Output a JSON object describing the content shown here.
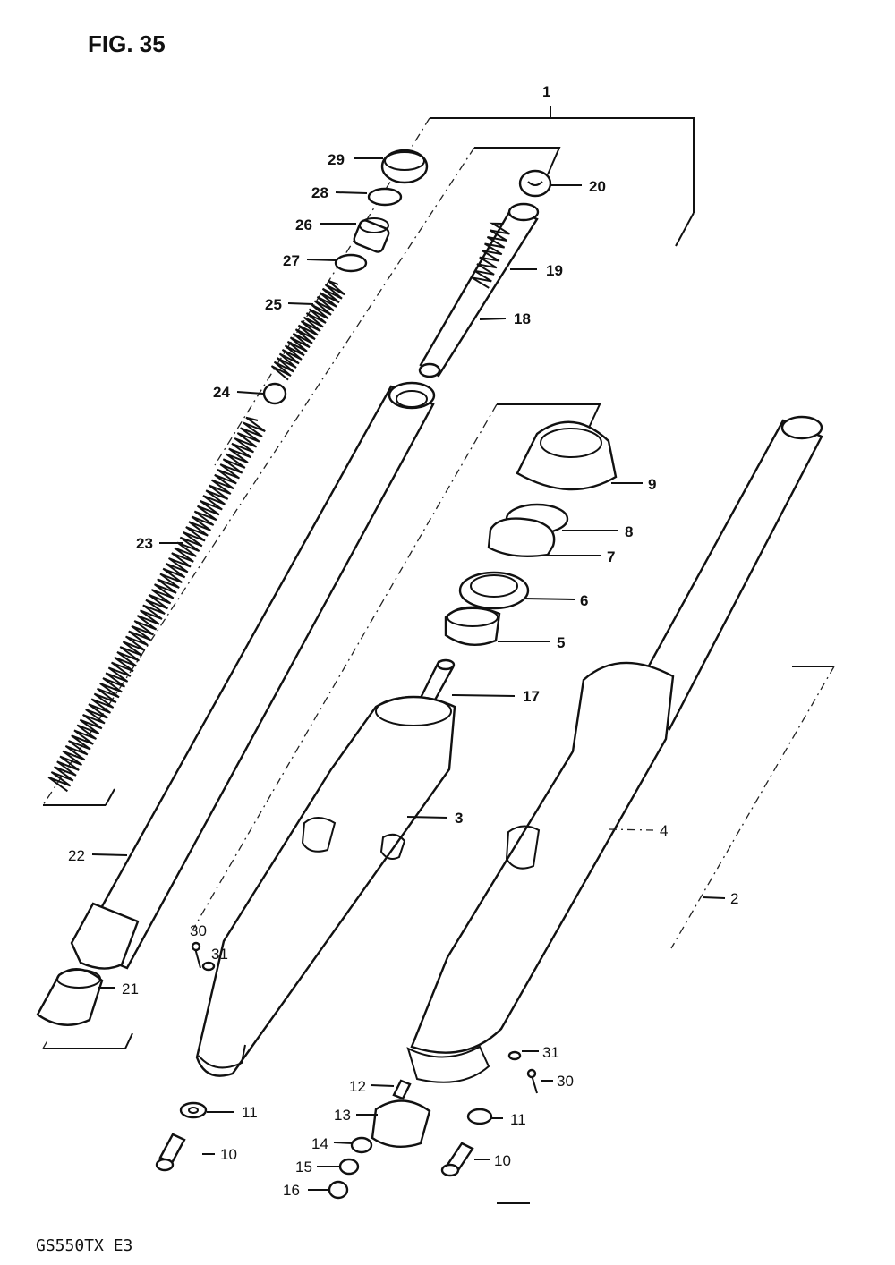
{
  "figure": {
    "title": "FIG. 35",
    "model": "GS550TX  E3"
  },
  "callouts": {
    "c1": "1",
    "c2": "2",
    "c3": "3",
    "c4": "4",
    "c5": "5",
    "c6": "6",
    "c7": "7",
    "c8": "8",
    "c9": "9",
    "c10a": "10",
    "c10b": "10",
    "c11a": "11",
    "c11b": "11",
    "c12": "12",
    "c13": "13",
    "c14": "14",
    "c15": "15",
    "c16": "16",
    "c17": "17",
    "c18": "18",
    "c19": "19",
    "c20": "20",
    "c21": "21",
    "c22": "22",
    "c23": "23",
    "c24": "24",
    "c25": "25",
    "c26": "26",
    "c27": "27",
    "c28": "28",
    "c29": "29",
    "c30a": "30",
    "c30b": "30",
    "c31a": "31",
    "c31b": "31"
  }
}
